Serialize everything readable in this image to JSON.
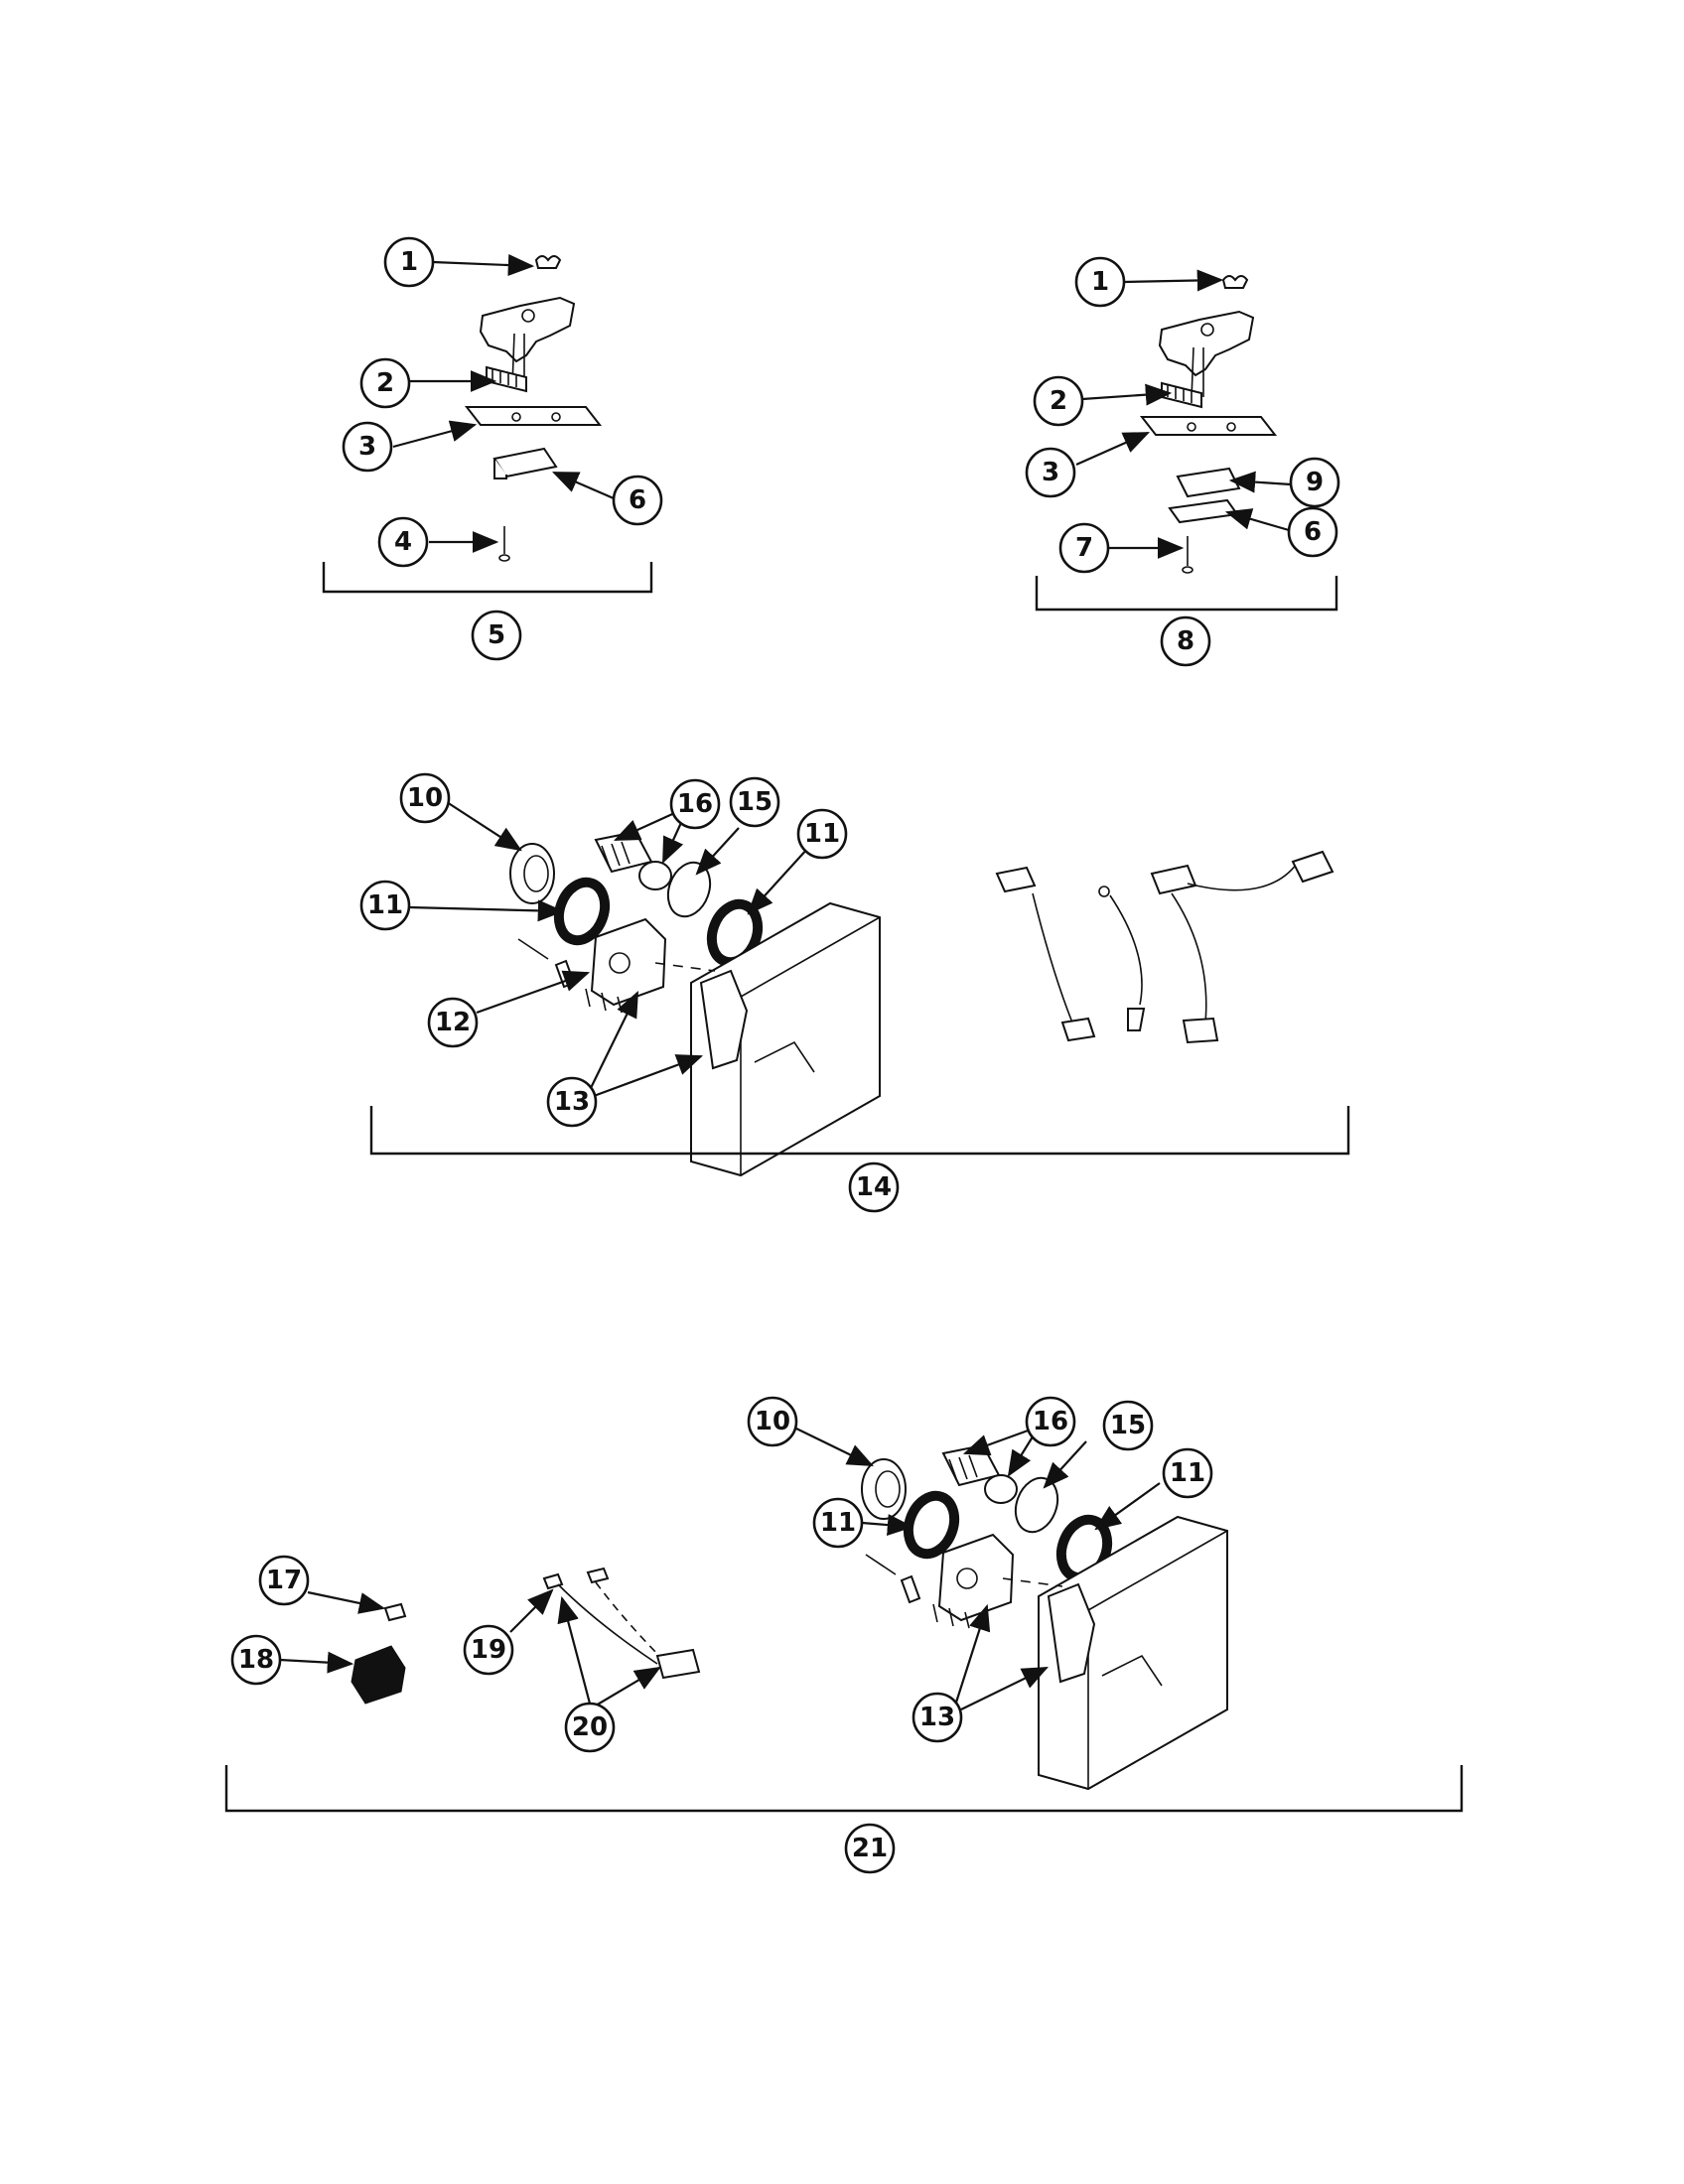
{
  "callouts": {
    "a1": "1",
    "a2": "2",
    "a3": "3",
    "a4": "4",
    "a5": "5",
    "a6": "6",
    "b1": "1",
    "b2": "2",
    "b3": "3",
    "b9": "9",
    "b7": "7",
    "b6": "6",
    "b8": "8",
    "c10": "10",
    "c16": "16",
    "c15": "15",
    "c11r": "11",
    "c11l": "11",
    "c12": "12",
    "c13": "13",
    "c14": "14",
    "d10": "10",
    "d16": "16",
    "d15": "15",
    "d11r": "11",
    "d11l": "11",
    "d13": "13",
    "d17": "17",
    "d18": "18",
    "d19": "19",
    "d20": "20",
    "d21": "21"
  }
}
